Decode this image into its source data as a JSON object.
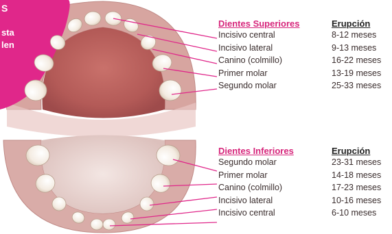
{
  "corner_label": [
    "S",
    "sta",
    "len"
  ],
  "colors": {
    "accent_magenta": "#e0278a",
    "gum": "#c9928f",
    "palate": "#b9605c",
    "tooth": "#f6efe6"
  },
  "upper": {
    "header_tooth": "Dientes Superiores",
    "header_eruption": "Erupción",
    "rows": [
      {
        "tooth": "Incisivo central",
        "eruption": "8-12 meses"
      },
      {
        "tooth": "Incisivo lateral",
        "eruption": "9-13 meses"
      },
      {
        "tooth": "Canino (colmillo)",
        "eruption": "16-22 meses"
      },
      {
        "tooth": "Primer molar",
        "eruption": "13-19 meses"
      },
      {
        "tooth": "Segundo molar",
        "eruption": "25-33 meses"
      }
    ]
  },
  "lower": {
    "header_tooth": "Dientes Inferiores",
    "header_eruption": "Erupción",
    "rows": [
      {
        "tooth": "Segundo molar",
        "eruption": "23-31 meses"
      },
      {
        "tooth": "Primer molar",
        "eruption": "14-18 meses"
      },
      {
        "tooth": "Canino (colmillo)",
        "eruption": "17-23 meses"
      },
      {
        "tooth": "Incisivo lateral",
        "eruption": "10-16 meses"
      },
      {
        "tooth": "Incisivo central",
        "eruption": "6-10 meses"
      }
    ]
  }
}
